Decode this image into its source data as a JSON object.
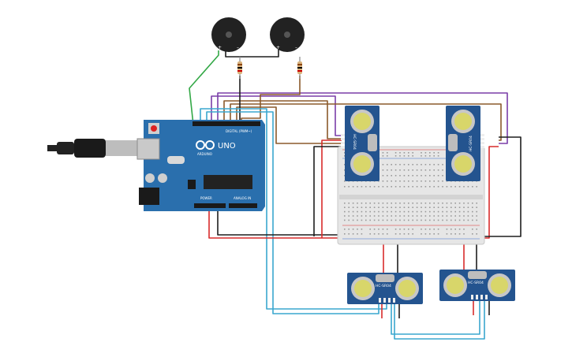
{
  "arduino": {
    "brand": "ARDUINO",
    "model": "UNO",
    "digital_label": "DIGITAL (PWM~)",
    "power_label": "POWER",
    "analog_label": "ANALOG IN"
  },
  "sensors": [
    {
      "label": "HC-SR04"
    },
    {
      "label": "HC-SR04"
    },
    {
      "label": "HC-SR04"
    },
    {
      "label": "HC-SR04"
    }
  ],
  "colors": {
    "board": "#2a6fad",
    "sensor": "#24548f",
    "breadboard": "#e6e6e6",
    "wire_red": "#d92b2b",
    "wire_black": "#1e1e1e",
    "wire_purple": "#7a3ea8",
    "wire_brown": "#8b5a2b",
    "wire_cyan": "#3aa7cf",
    "wire_green": "#33a846"
  }
}
